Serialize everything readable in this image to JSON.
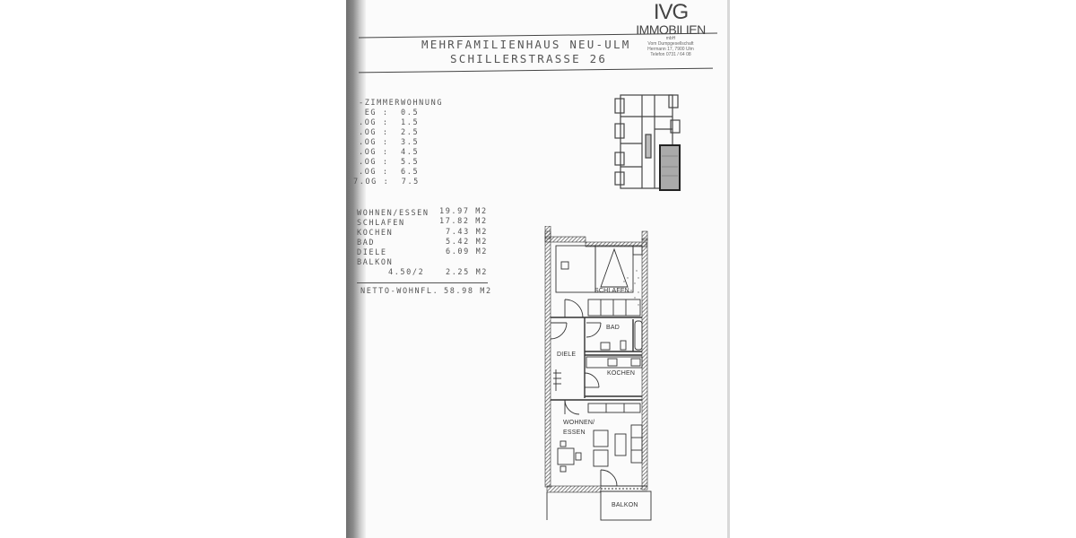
{
  "header": {
    "title_line1": "MEHRFAMILIENHAUS  NEU-ULM",
    "title_line2": "SCHILLERSTRASSE 26"
  },
  "logo": {
    "mark": "IVG",
    "name": "IMMOBILIEN",
    "suffix": "mbH",
    "address_line1": "Vom Dumpgesellschaft",
    "address_line2": "Hermann 17, 7900 Ulm",
    "address_line3": "Telefon 0731 / 64 08"
  },
  "unit_type": {
    "heading": "-ZIMMERWOHNUNG",
    "floors": [
      {
        "floor": " EG",
        "unit": "0.5"
      },
      {
        "floor": ".OG",
        "unit": "1.5"
      },
      {
        "floor": ".OG",
        "unit": "2.5"
      },
      {
        "floor": ".OG",
        "unit": "3.5"
      },
      {
        "floor": ".OG",
        "unit": "4.5"
      },
      {
        "floor": ".OG",
        "unit": "5.5"
      },
      {
        "floor": ".OG",
        "unit": "6.5"
      },
      {
        "floor": "7.OG",
        "unit": "7.5"
      }
    ]
  },
  "areas": {
    "rows": [
      {
        "room": "WOHNEN/ESSEN",
        "value": "19.97 M2"
      },
      {
        "room": "SCHLAFEN",
        "value": "17.82 M2"
      },
      {
        "room": "KOCHEN",
        "value": "7.43 M2"
      },
      {
        "room": "BAD",
        "value": "5.42 M2"
      },
      {
        "room": "DIELE",
        "value": "6.09 M2"
      },
      {
        "room": "BALKON",
        "value": ""
      }
    ],
    "balkon_calc": "4.50/2",
    "balkon_value": "2.25 M2",
    "total_label": "NETTO-WOHNFL.",
    "total_value": "58.98 M2"
  },
  "floorplan": {
    "rooms": {
      "schlafen": "SCHLAFEN",
      "bad": "BAD",
      "diele": "DIELE",
      "kochen": "KOCHEN",
      "wohnen": "WOHNEN/",
      "essen": "ESSEN",
      "balkon": "BALKON"
    }
  }
}
